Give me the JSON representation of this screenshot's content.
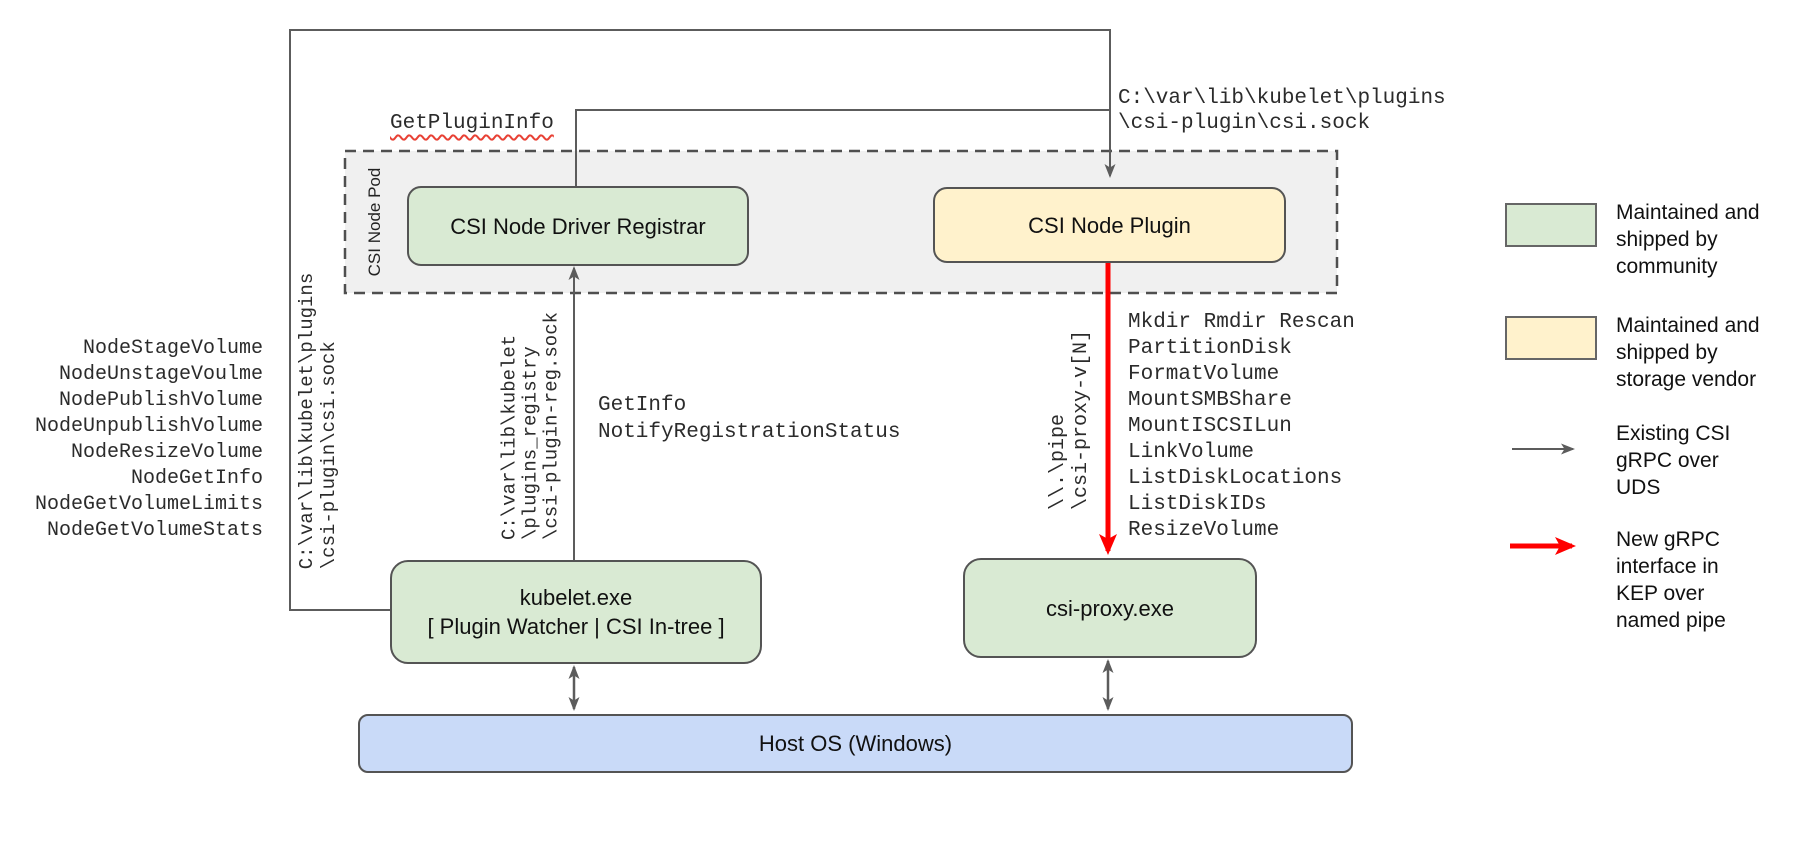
{
  "colors": {
    "community_green": "#d9ead3",
    "vendor_yellow": "#fff2cc",
    "host_blue": "#c9daf8",
    "pod_gray": "#f0f0f0",
    "line_gray": "#5c5c5c",
    "new_grpc_red": "#ff0000",
    "squiggle_red": "#e84135"
  },
  "diagram": {
    "pod_label": "CSI Node Pod",
    "boxes": {
      "registrar": "CSI Node Driver Registrar",
      "node_plugin": "CSI Node Plugin",
      "kubelet": "kubelet.exe\n[ Plugin Watcher | CSI In-tree ]",
      "csi_proxy": "csi-proxy.exe",
      "host_os": "Host OS (Windows)"
    },
    "annotations": {
      "get_plugin_info": "GetPluginInfo",
      "csi_sock_path": "C:\\var\\lib\\kubelet\\plugins\n\\csi-plugin\\csi.sock",
      "csi_sock_path_vertical": "C:\\var\\lib\\kubelet\\plugins\n\\csi-plugin\\csi.sock",
      "registration_calls": "GetInfo\nNotifyRegistrationStatus",
      "reg_sock_path_vertical": "C:\\var\\lib\\kubelet\n\\plugins_registry\n\\csi-plugin-reg.sock",
      "named_pipe_vertical": "\\\\.\\pipe\n\\csi-proxy-v[N]"
    },
    "kubelet_csi_methods": [
      "NodeStageVolume",
      "NodeUnstageVoulme",
      "NodePublishVolume",
      "NodeUnpublishVolume",
      "NodeResizeVolume",
      "NodeGetInfo",
      "NodeGetVolumeLimits",
      "NodeGetVolumeStats"
    ],
    "csi_proxy_methods": [
      "Mkdir Rmdir Rescan",
      "PartitionDisk",
      "FormatVolume",
      "MountSMBShare",
      "MountISCSILun",
      "LinkVolume",
      "ListDiskLocations",
      "ListDiskIDs",
      "ResizeVolume"
    ]
  },
  "legend": {
    "community": "Maintained and\nshipped by\ncommunity",
    "vendor": "Maintained and\nshipped by\nstorage vendor",
    "existing_grpc": "Existing CSI\ngRPC over\nUDS",
    "new_grpc": "New gRPC\ninterface in\nKEP over\nnamed pipe"
  }
}
